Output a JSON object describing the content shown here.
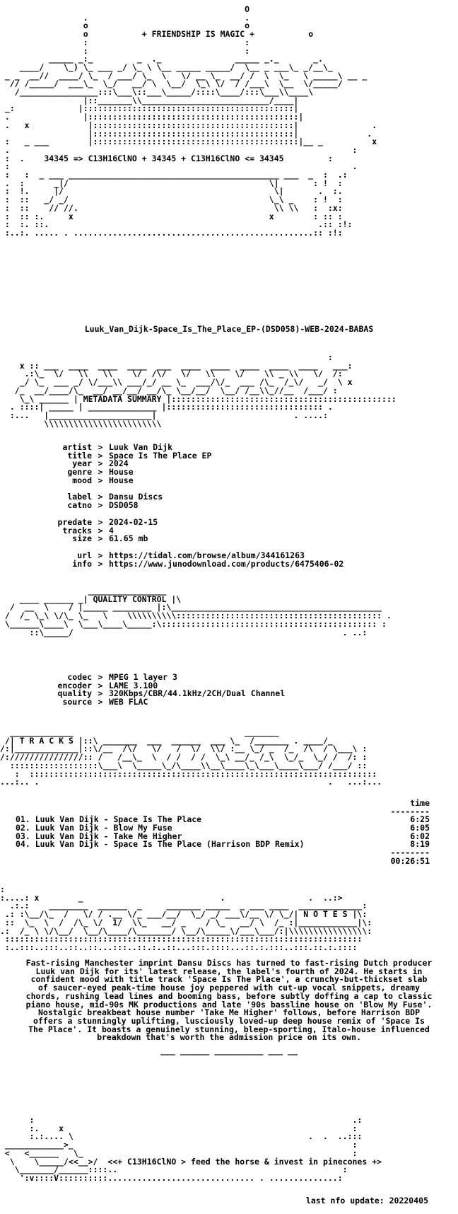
{
  "header_art": {
    "tagline": "+ FRIENDSHIP IS MAGIC +",
    "formula_line": "34345 => C13H16ClNO + 34345 + C13H16ClNO <= 34345"
  },
  "release_name": "Luuk_Van_Dijk-Space_Is_The_Place_EP-(DSD058)-WEB-2024-BABAS",
  "metadata": {
    "heading": "METADATA SUMMARY",
    "groups": [
      [
        {
          "key": "artist",
          "value": "Luuk Van Dijk"
        },
        {
          "key": "title",
          "value": "Space Is The Place EP"
        },
        {
          "key": "year",
          "value": "2024"
        },
        {
          "key": "genre",
          "value": "House"
        },
        {
          "key": "mood",
          "value": "House"
        }
      ],
      [
        {
          "key": "label",
          "value": "Dansu Discs"
        },
        {
          "key": "catno",
          "value": "DSD058"
        }
      ],
      [
        {
          "key": "predate",
          "value": "2024-02-15"
        },
        {
          "key": "tracks",
          "value": "4"
        },
        {
          "key": "size",
          "value": "61.65 mb"
        }
      ],
      [
        {
          "key": "url",
          "value": "https://tidal.com/browse/album/344161263"
        },
        {
          "key": "info",
          "value": "https://www.junodownload.com/products/6475406-02"
        }
      ]
    ]
  },
  "quality_control": {
    "heading": "QUALITY CONTROL",
    "rows": [
      {
        "key": "codec",
        "value": "MPEG 1 layer 3"
      },
      {
        "key": "encoder",
        "value": "LAME 3.100"
      },
      {
        "key": "quality",
        "value": "320Kbps/CBR/44.1kHz/2CH/Dual Channel"
      },
      {
        "key": "source",
        "value": "WEB FLAC"
      }
    ]
  },
  "tracks": {
    "heading": "T R A C K S",
    "time_header": "time",
    "list": [
      {
        "title": "01. Luuk Van Dijk - Space Is The Place",
        "time": "6:25"
      },
      {
        "title": "02. Luuk Van Dijk - Blow My Fuse",
        "time": "6:05"
      },
      {
        "title": "03. Luuk Van Dijk - Take Me Higher",
        "time": "6:02"
      },
      {
        "title": "04. Luuk Van Dijk - Space Is The Place (Harrison BDP Remix)",
        "time": "8:19"
      }
    ],
    "total": "00:26:51"
  },
  "notes": {
    "heading": "N O T E S",
    "text": "Fast-rising Manchester imprint Dansu Discs has turned to fast-rising Dutch producer Luuk van Dijk for its' latest release, the label's fourth of 2024. He starts in confident mood with title track 'Space Is The Place', a crunchy-but-thickset slab of saucer-eyed peak-time house joy peppered with cut-up vocal snippets, dreamy chords, rushing lead lines and booming bass, before subtly doffing a cap to classic piano house, mid-90s MK productions and late '90s bassline house on 'Blow My Fuse'. Nostalgic breakbeat house number 'Take Me Higher' follows, before Harrison BDP offers a stunningly uplifting, lusciously loved-up deep house remix of 'Space Is The Place'. It boasts a genuinely stunning, bleep-sporting, Italo-house influenced breakdown that's worth the admission price on its own.",
    "divider": "___ ______ __________ ___ __"
  },
  "footer": {
    "slogan": "<<+ C13H16ClNO > feed the horse & invest in pinecones +>",
    "last_update": "last nfo update: 20220405"
  }
}
